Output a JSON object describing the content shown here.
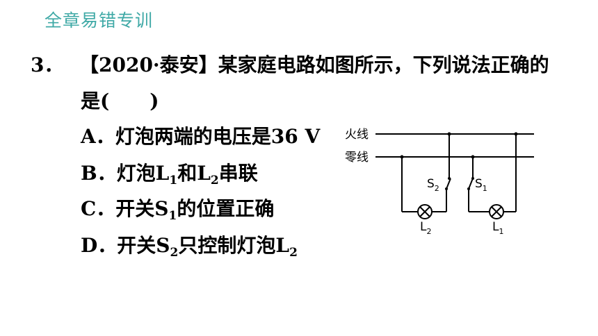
{
  "header": {
    "title": "全章易错专训"
  },
  "question": {
    "number": "3．",
    "text": "【2020·泰安】某家庭电路如图所示，下列说法正确的",
    "text_line2_start": "是(",
    "text_line2_end": ")"
  },
  "options": {
    "A": {
      "label": "A．",
      "text": "灯泡两端的电压是36 V"
    },
    "B": {
      "label": "B．",
      "text1": "灯泡L",
      "sub1": "1",
      "text2": "和L",
      "sub2": "2",
      "text3": "串联"
    },
    "C": {
      "label": "C．",
      "text1": "开关S",
      "sub1": "1",
      "text2": "的位置正确"
    },
    "D": {
      "label": "D．",
      "text1": "开关S",
      "sub1": "2",
      "text2": "只控制灯泡L",
      "sub2": "2"
    }
  },
  "diagram": {
    "live_wire": "火线",
    "neutral_wire": "零线",
    "switch2": {
      "base": "S",
      "sub": "2"
    },
    "switch1": {
      "base": "S",
      "sub": "1"
    },
    "lamp2": {
      "base": "L",
      "sub": "2"
    },
    "lamp1": {
      "base": "L",
      "sub": "1"
    }
  }
}
